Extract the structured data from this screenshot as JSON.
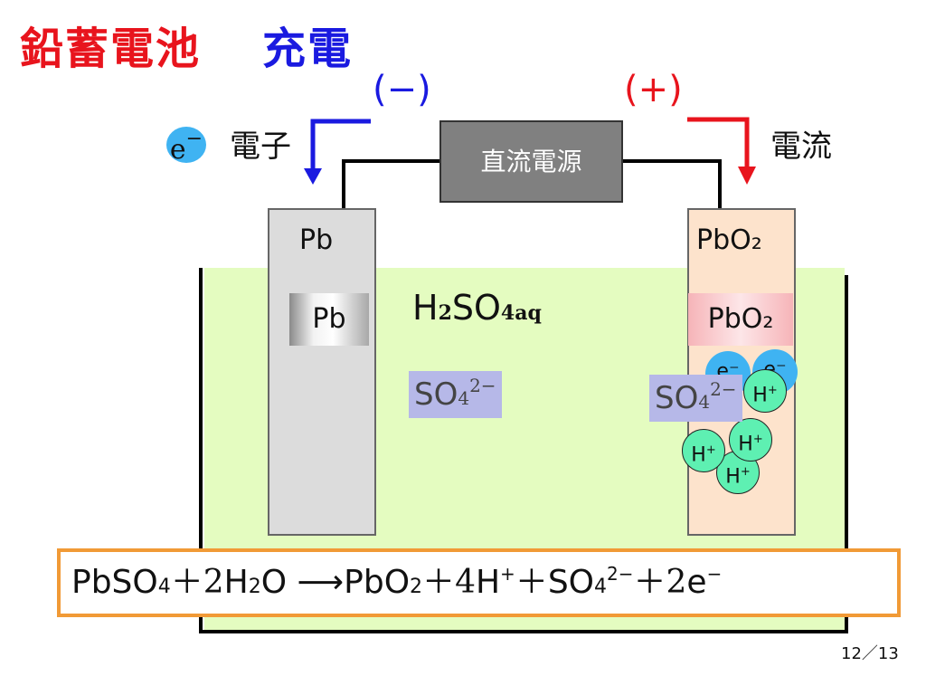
{
  "title": {
    "main": "鉛蓄電池",
    "sub": "充電"
  },
  "terminals": {
    "negative": "(−)",
    "positive": "(+)"
  },
  "labels": {
    "electron_symbol": "e",
    "electron_charge": "−",
    "electron": "電子",
    "current": "電流",
    "dc_source": "直流電源"
  },
  "electrodes": {
    "left_label": "Pb",
    "left_chip": "Pb",
    "right_label": "PbO₂",
    "right_chip": "PbO₂"
  },
  "electrolyte": {
    "formula_main": "H",
    "formula_2": "2",
    "formula_so": "SO",
    "formula_4aq": "4aq"
  },
  "ions": {
    "so4_main": "SO",
    "so4_sub": "4",
    "so4_charge": "2−",
    "electron_ion": "e⁻",
    "hydrogen_ion": "H",
    "hydrogen_charge": "+"
  },
  "equation": {
    "t1": "PbSO",
    "s1": "4",
    "t2": "＋",
    "n1": "2",
    "t3": "H",
    "s2": "2",
    "t4": "O ⟶PbO",
    "s3": "2",
    "t5": "＋",
    "n2": "4",
    "t6": "H",
    "p1": "+",
    "t7": "＋SO",
    "s4": "4",
    "p2": "2−",
    "t8": "＋",
    "n3": "2",
    "t9": "e",
    "p3": "−"
  },
  "page_number": "12／13",
  "colors": {
    "negative": "#1a1ae0",
    "positive": "#e8141d",
    "electrolyte": "#e4fcc0",
    "electron": "#3fb3f2",
    "hydrogen": "#5ef0b2",
    "sulfate": "#b6b8e8",
    "equation_border": "#f19a36"
  }
}
